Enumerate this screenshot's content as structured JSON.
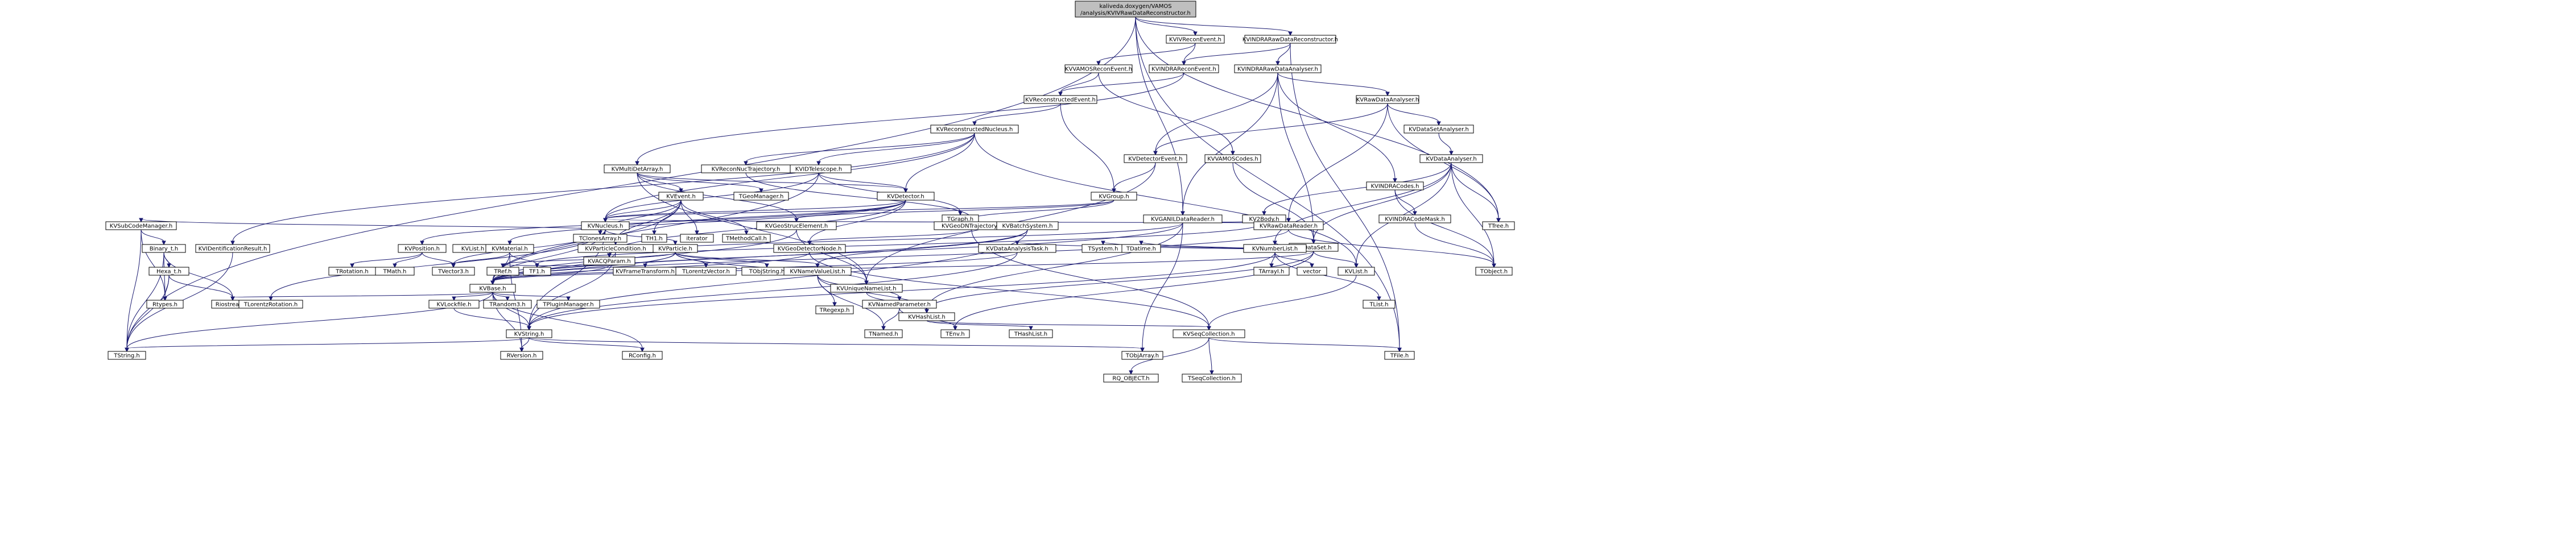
{
  "colors": {
    "root_fill": "#bfbfbf",
    "node_fill": "#ffffff",
    "leaf_border": "#bfbfbf",
    "node_border": "#000000",
    "edge": "#191970"
  },
  "root": [
    "kaliveda.doxygen/VAMOS",
    "/analysis/KVIVRawDataReconstructor.h"
  ],
  "nodes": {
    "n_root": "kaliveda.doxygen/VAMOS/analysis/KVIVRawDataReconstructor.h",
    "n_ivrecon": "KVIVReconEvent.h",
    "n_indrarawrec": "KVINDRARawDataReconstructor.h",
    "n_vamosrecon": "KVVAMOSReconEvent.h",
    "n_indrarecon": "KVINDRAReconEvent.h",
    "n_indrarawan": "KVINDRARawDataAnalyser.h",
    "n_reconev": "KVReconstructedEvent.h",
    "n_rawan": "KVRawDataAnalyser.h",
    "n_datasetan": "KVDataSetAnalyser.h",
    "n_recnuc": "KVReconstructedNucleus.h",
    "n_detev": "KVDetectorEvent.h",
    "n_vamoscodes": "KVVAMOSCodes.h",
    "n_dataan": "KVDataAnalyser.h",
    "n_idtel": "KVIDTelescope.h",
    "n_multidet": "KVMultiDetArray.h",
    "n_recnuctraj": "KVReconNucTrajectory.h",
    "n_indracodes": "KVINDRACodes.h",
    "n_kvdet": "KVDetector.h",
    "n_kvevent": "KVEvent.h",
    "n_kvgroup": "KVGroup.h",
    "n_gan": "KVGANILDataReader.h",
    "n_tgeoman": "TGeoManager.h",
    "n_tgraph": "TGraph.h",
    "n_2body": "KV2Body.h",
    "n_indracodemask": "KVINDRACodeMask.h",
    "n_subcode": "KVSubCodeManager.h",
    "n_kvnucleus": "KVNucleus.h",
    "n_geostruct": "KVGeoStrucElement.h",
    "n_geodntraj": "KVGeoDNTrajectory.h",
    "n_batch": "KVBatchSystem.h",
    "n_rawreader": "KVRawDataReader.h",
    "n_dataset": "KVDataSet.h",
    "n_ttree": "TTree.h",
    "n_tclonesarray": "TClonesArray.h",
    "n_th1": "TH1.h",
    "n_iterator": "iterator",
    "n_tmethodcall": "TMethodCall.h",
    "n_binary": "Binary_t.h",
    "n_idresult": "KVIDentificationResult.h",
    "n_kvposition": "KVPosition.h",
    "n_kvlist": "KVList.h",
    "n_kvmaterial": "KVMaterial.h",
    "n_partcond": "KVParticleCondition.h",
    "n_acqparam": "KVACQParam.h",
    "n_kvparticle": "KVParticle.h",
    "n_geodetnode": "KVGeoDetectorNode.h",
    "n_datatask": "KVDataAnalysisTask.h",
    "n_tsystem": "TSystem.h",
    "n_tdatime": "TDatime.h",
    "n_numberlist": "KVNumberList.h",
    "n_hexa": "Hexa_t.h",
    "n_trotation": "TRotation.h",
    "n_tmath": "TMath.h",
    "n_tvector3": "TVector3.h",
    "n_tref": "TRef.h",
    "n_tf1": "TF1.h",
    "n_tframetrans": "KVFrameTransform.h",
    "n_tlorvec": "TLorentzVector.h",
    "n_tobjstring": "TObjString.h",
    "n_kvbase": "KVBase.h",
    "n_namevalue": "KVNameValueList.h",
    "n_uniquename": "KVUniqueNameList.h",
    "n_tarrayi": "TArrayI.h",
    "n_vector": "vector",
    "n_kvlisth": "KVList.h",
    "n_tobject": "TObject.h",
    "n_rtypes": "Rtypes.h",
    "n_riostream": "Riostream.h",
    "n_tlorrot": "TLorentzRotation.h",
    "n_kvlockfile": "KVLockfile.h",
    "n_trandom3": "TRandom3.h",
    "n_tpluginman": "TPluginManager.h",
    "n_tregexp": "TRegexp.h",
    "n_namedparam": "KVNamedParameter.h",
    "n_hashlist": "KVHashList.h",
    "n_tlist": "TList.h",
    "n_kvstring": "KVString.h",
    "n_tnamed": "TNamed.h",
    "n_tenv": "TEnv.h",
    "n_thashlist": "THashList.h",
    "n_seqcoll": "KVSeqCollection.h",
    "n_tstring": "TString.h",
    "n_rversion": "RVersion.h",
    "n_rconfig": "RConfig.h",
    "n_tobjarray": "TObjArray.h",
    "n_tfile": "TFile.h",
    "n_rqobject": "RQ_OBJECT.h",
    "n_tseqcoll": "TSeqCollection.h"
  },
  "leaf_nodes": [
    "n_tgeoman",
    "n_tgraph",
    "n_ttree",
    "n_tclonesarray",
    "n_th1",
    "n_iterator",
    "n_tmethodcall",
    "n_tsystem",
    "n_tdatime",
    "n_trotation",
    "n_tmath",
    "n_tvector3",
    "n_tref",
    "n_tf1",
    "n_tlorvec",
    "n_tobjstring",
    "n_tarrayi",
    "n_vector",
    "n_tobject",
    "n_rtypes",
    "n_riostream",
    "n_tlorrot",
    "n_trandom3",
    "n_tpluginman",
    "n_tregexp",
    "n_tnamed",
    "n_tenv",
    "n_thashlist",
    "n_tstring",
    "n_rversion",
    "n_rconfig",
    "n_tobjarray",
    "n_tfile",
    "n_rqobject",
    "n_tseqcoll",
    "n_tlist"
  ]
}
